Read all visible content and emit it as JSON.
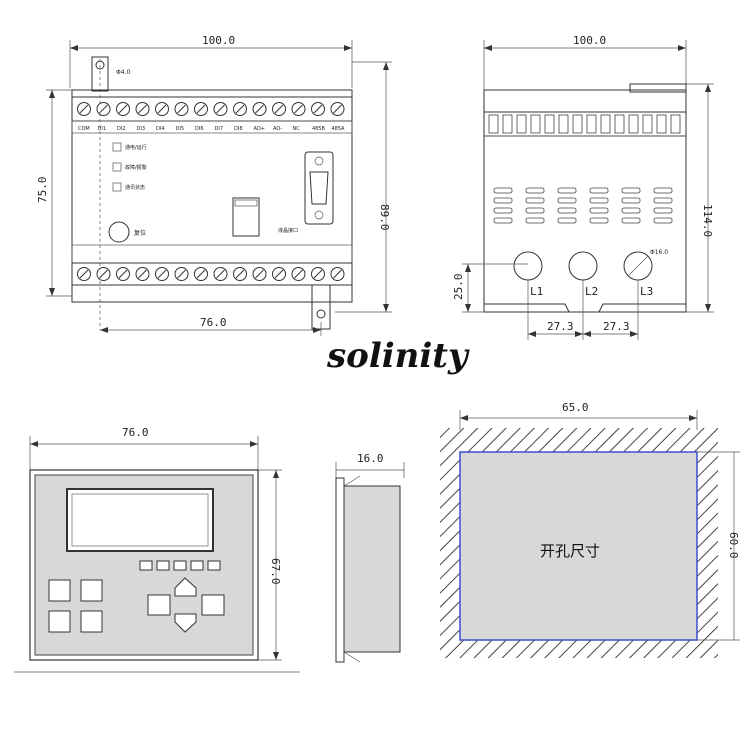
{
  "brand": "solinity",
  "top_left": {
    "dim_width": "100.0",
    "dim_height_left": "75.0",
    "dim_height_right": "89.0",
    "dim_bottom": "76.0",
    "hole_label": "Φ4.0",
    "terminal_labels": [
      "COM",
      "DI1",
      "DI2",
      "DI3",
      "DI4",
      "DI5",
      "DI6",
      "DI7",
      "DI8",
      "AO+",
      "AO-",
      "NC",
      "485B",
      "485A"
    ],
    "indicator_labels": [
      "通电/运行",
      "故障/报警",
      "通讯状态"
    ],
    "reset_label": "复位",
    "connector_label": "液晶接口"
  },
  "top_right": {
    "dim_width": "100.0",
    "dim_height": "114.0",
    "dim_side": "25.0",
    "hole_label": "Φ16.0",
    "spacing_1": "27.3",
    "spacing_2": "27.3",
    "hole_names": [
      "L1",
      "L2",
      "L3"
    ]
  },
  "bottom_left": {
    "dim_width": "76.0",
    "dim_height": "67.0"
  },
  "bottom_mid": {
    "dim_depth": "16.0"
  },
  "bottom_right": {
    "dim_width": "65.0",
    "dim_height": "60.0",
    "cutout_label": "开孔尺寸"
  }
}
